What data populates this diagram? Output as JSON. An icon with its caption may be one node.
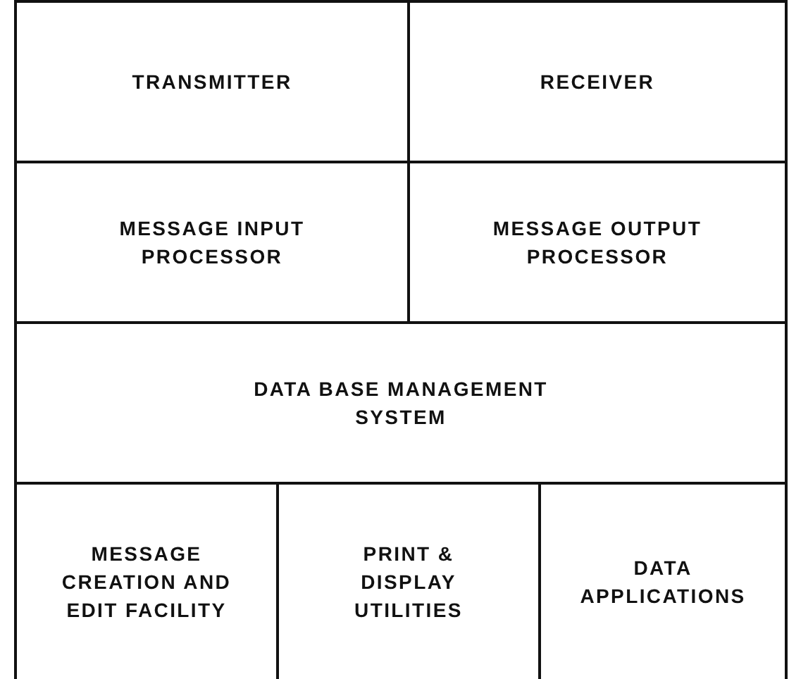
{
  "diagram": {
    "nodes": [
      {
        "text": [
          "TRANSMITTER"
        ]
      },
      {
        "text": [
          "RECEIVER"
        ]
      },
      {
        "text": [
          "MESSAGE INPUT PROCESSOR"
        ]
      },
      {
        "text": [
          "MESSAGE OUTPUT PROCESSOR"
        ]
      },
      {
        "text": [
          "DATA BASE MANAGEMENT SYSTEM"
        ]
      },
      {
        "text": [
          "MESSAGE CREATION AND EDIT FACILITY"
        ]
      },
      {
        "text": [
          "PRINT & DISPLAY UTILITIES"
        ]
      },
      {
        "text": [
          "DATA APPLICATIONS"
        ]
      }
    ]
  }
}
